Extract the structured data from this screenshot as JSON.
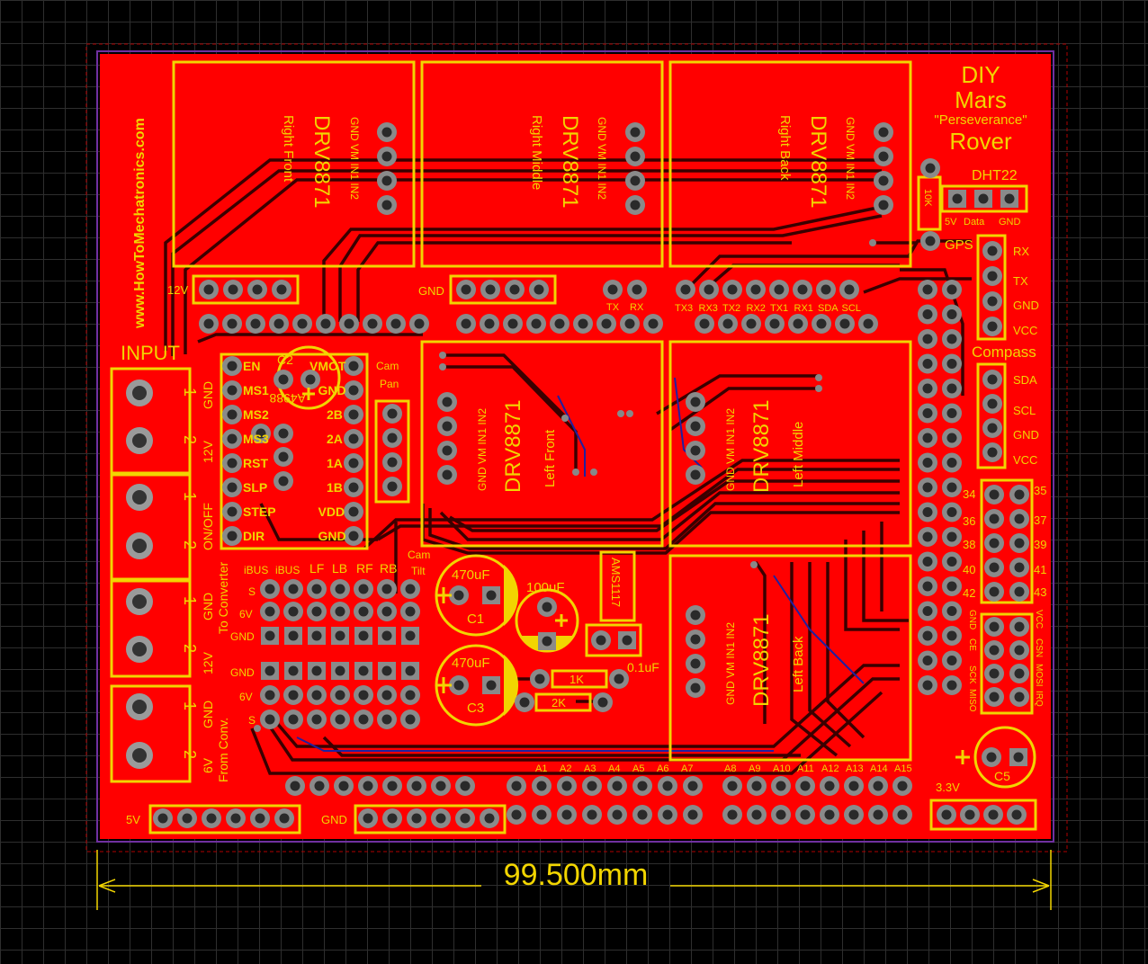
{
  "colors": {
    "board": "#ff0000",
    "silk": "#f2d500",
    "pad": "#888888",
    "hole": "#333333",
    "trace": "#3a0000",
    "bottom_trace": "#2020a0",
    "grid": "#2e2e2e"
  },
  "title": {
    "line1": "DIY",
    "line2": "Mars",
    "line3": "\"Perseverance\"",
    "line4": "Rover"
  },
  "website": "www.HowToMechatronics.com",
  "dimension": "99.500mm",
  "drivers": [
    {
      "chip": "DRV8871",
      "name": "Right Front",
      "pins": "GND VM IN1 IN2"
    },
    {
      "chip": "DRV8871",
      "name": "Right Middle",
      "pins": "GND VM IN1 IN2"
    },
    {
      "chip": "DRV8871",
      "name": "Right Back",
      "pins": "GND VM IN1 IN2"
    },
    {
      "chip": "DRV8871",
      "name": "Left Front",
      "pins": "GND VM IN1 IN2"
    },
    {
      "chip": "DRV8871",
      "name": "Left Middle",
      "pins": "GND VM IN1 IN2"
    },
    {
      "chip": "DRV8871",
      "name": "Left Back",
      "pins": "GND VM IN1 IN2"
    }
  ],
  "labels": {
    "v12": "12V",
    "gnd_top": "GND",
    "tx": "TX",
    "rx": "RX",
    "serial": [
      "TX3",
      "RX3",
      "TX2",
      "RX2",
      "TX1",
      "RX1",
      "SDA",
      "SCL"
    ],
    "input": "INPUT",
    "terminal_labels": [
      "GND",
      "12V",
      "ON/OFF",
      "GND",
      "12V",
      "GND",
      "6V"
    ],
    "terminal_nums": [
      "1",
      "2",
      "1",
      "2",
      "1",
      "2",
      "1",
      "2"
    ],
    "to_converter": "To Converter",
    "from_converter": "From Conv.",
    "a4988": "A4988",
    "c2": "C2",
    "a4988_left": [
      "EN",
      "MS1",
      "MS2",
      "MS3",
      "RST",
      "SLP",
      "STEP",
      "DIR"
    ],
    "a4988_right": [
      "VMOT",
      "GND",
      "2B",
      "2A",
      "1A",
      "1B",
      "VDD",
      "GND"
    ],
    "cam_pan": [
      "Cam",
      "Pan"
    ],
    "cam_tilt": [
      "Cam",
      "Tilt"
    ],
    "rc_header": [
      "iBUS",
      "iBUS",
      "LF",
      "LB",
      "RF",
      "RB"
    ],
    "rows_left": [
      "S",
      "6V",
      "GND",
      "GND",
      "6V",
      "S"
    ],
    "c1_val": "470uF",
    "c1": "C1",
    "c3_val": "470uF",
    "c3": "C3",
    "c100": "100uF",
    "ams": "AMS1117",
    "r1": "1K",
    "r2": "2K",
    "c01": "0.1uF",
    "dht": "DHT22",
    "dht_pins": [
      "5V",
      "Data",
      "GND"
    ],
    "r10k": "10K",
    "gps": "GPS",
    "gps_pins": [
      "RX",
      "TX",
      "GND",
      "VCC"
    ],
    "compass": "Compass",
    "compass_pins": [
      "SDA",
      "SCL",
      "GND",
      "VCC"
    ],
    "digital_left": [
      "34",
      "36",
      "38",
      "40",
      "42"
    ],
    "digital_right": [
      "35",
      "37",
      "39",
      "41",
      "43"
    ],
    "nrf_left": [
      "GND",
      "CE",
      "SCK",
      "MISO"
    ],
    "nrf_right": [
      "VCC",
      "CSN",
      "MOSI",
      "IRQ"
    ],
    "c5": "C5",
    "v33": "3.3V",
    "analog1": [
      "A1",
      "A2",
      "A3",
      "A4",
      "A5",
      "A6",
      "A7"
    ],
    "analog2": [
      "A8",
      "A9",
      "A10",
      "A11",
      "A12",
      "A13",
      "A14",
      "A15"
    ],
    "v5": "5V",
    "gnd_bottom": "GND"
  }
}
